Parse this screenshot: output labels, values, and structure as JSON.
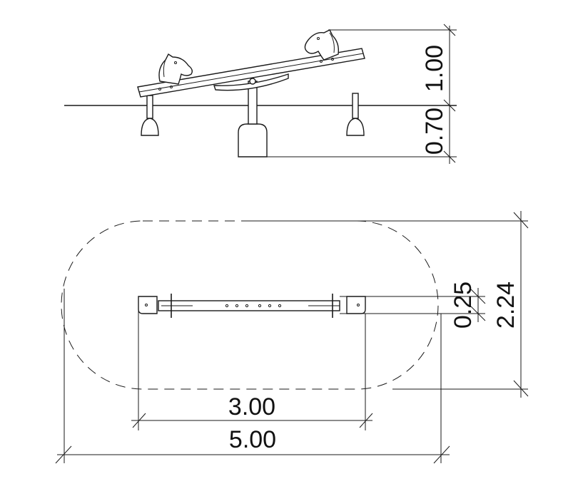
{
  "colors": {
    "line": "#1a1a1a",
    "text": "#111111",
    "background": "#ffffff"
  },
  "elevation": {
    "dims": {
      "height_above_ground": "1.00",
      "depth_below_ground": "0.70"
    }
  },
  "plan": {
    "dims": {
      "equipment_length": "3.00",
      "safety_zone_length": "5.00",
      "beam_width": "0.25",
      "safety_zone_width": "2.24"
    }
  }
}
